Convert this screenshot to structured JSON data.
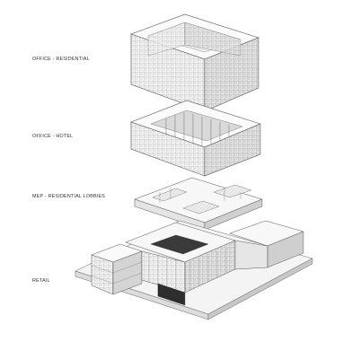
{
  "levels": [
    {
      "label": "OFFICE - RESIDENTIAL"
    },
    {
      "label": "OFFICE - HOTEL"
    },
    {
      "label": "MEP - RESIDENTIAL LOBBIES"
    },
    {
      "label": "RETAIL"
    }
  ],
  "colors": {
    "line": "#555555",
    "face_light": "#f4f4f4",
    "face_mid": "#e2e2e2",
    "face_dark": "#bdbdbd",
    "label": "#333333"
  }
}
